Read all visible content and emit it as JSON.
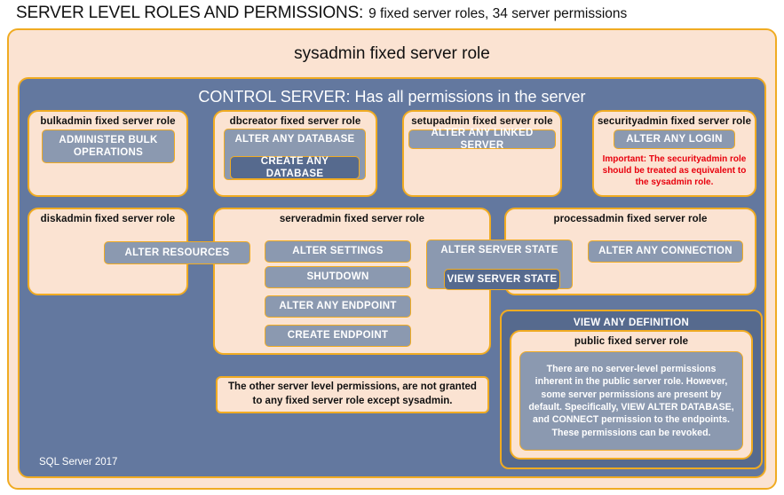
{
  "title": {
    "main": "SERVER LEVEL ROLES AND PERMISSIONS:",
    "sub": "9 fixed server roles, 34 server permissions"
  },
  "sysadmin": {
    "label": "sysadmin  fixed  server  role"
  },
  "control_server": {
    "label": "CONTROL SERVER: Has all permissions in the server"
  },
  "footer": {
    "label": "SQL Server 2017"
  },
  "roles": {
    "bulkadmin": {
      "title": "bulkadmin  fixed server role",
      "permissions": [
        "ADMINISTER  BULK OPERATIONS"
      ]
    },
    "dbcreator": {
      "title": "dbcreator fixed server role",
      "permissions": [
        "ALTER ANY DATABASE",
        "CREATE  ANY DATABASE"
      ]
    },
    "setupadmin": {
      "title": "setupadmin fixed server role",
      "permissions": [
        "ALTER ANY LINKED SERVER"
      ]
    },
    "securityadmin": {
      "title": "securityadmin  fixed server role",
      "permissions": [
        "ALTER ANY LOGIN"
      ],
      "note": "Important:  The securityadmin role should  be treated  as equivalent to the  sysadmin role."
    },
    "diskadmin": {
      "title": "diskadmin  fixed server role",
      "permissions": [
        "ALTER RESOURCES"
      ]
    },
    "serveradmin": {
      "title": "serveradmin fixed server role",
      "permissions": [
        "ALTER SETTINGS",
        "SHUTDOWN",
        "ALTER ANY ENDPOINT",
        "CREATE  ENDPOINT"
      ]
    },
    "shared_server_state": {
      "outer": "ALTER SERVER STATE",
      "inner": "VIEW SERVER STATE"
    },
    "processadmin": {
      "title": "processadmin  fixed server role",
      "permissions": [
        "ALTER ANY CONNECTION"
      ]
    },
    "public": {
      "view_any_definition": "VIEW ANY DEFINITION",
      "title": "public  fixed server role",
      "note": "There are no server-level permissions inherent in the public server role. However, some server permissions are present by default. Specifically, VIEW ALTER DATABASE, and CONNECT permission to the endpoints. These permissions can be revoked."
    }
  },
  "callout": {
    "text": "The other server level permissions,  are not granted to any fixed server role except sysadmin."
  },
  "colors": {
    "peach": "#fbe3d2",
    "slate": "#63789f",
    "gold_border": "#f0ab22",
    "permission_fill": "#8b99b0",
    "permission_fill_dark": "#566a8e",
    "warning_red": "#e8000d",
    "text_dark": "#111111",
    "text_light": "#ffffff",
    "background": "#ffffff"
  }
}
